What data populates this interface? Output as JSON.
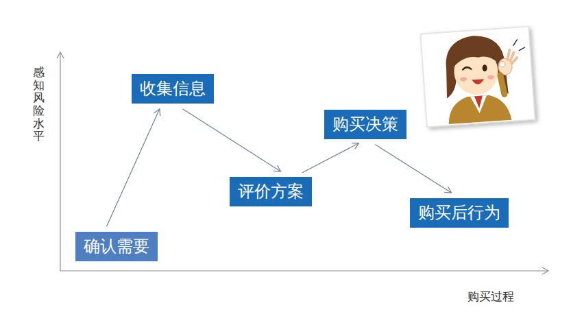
{
  "diagram": {
    "nodes": [
      {
        "text": [
          "确认需要"
        ]
      },
      {
        "text": [
          "收集信息"
        ]
      },
      {
        "text": [
          "评价方案"
        ]
      },
      {
        "text": [
          "购买决策"
        ]
      },
      {
        "text": [
          "购买后行为"
        ]
      }
    ],
    "edges": [
      {
        "from": 0,
        "to": 1,
        "arrow": "to"
      },
      {
        "from": 1,
        "to": 2,
        "arrow": "to"
      },
      {
        "from": 2,
        "to": 3,
        "arrow": "to"
      },
      {
        "from": 3,
        "to": 4,
        "arrow": "to"
      }
    ],
    "labels": [
      "感知风险水平",
      "购买过程"
    ]
  }
}
